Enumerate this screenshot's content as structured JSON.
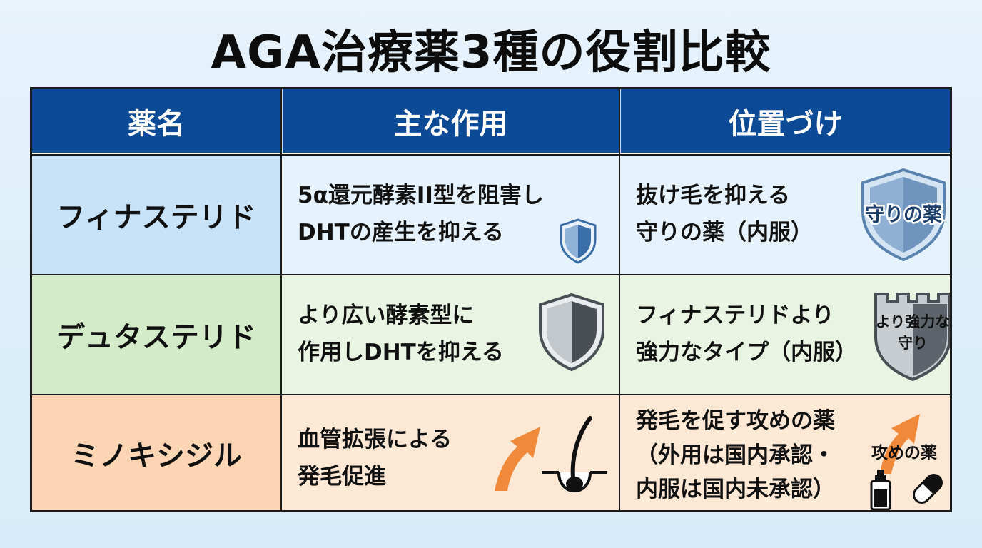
{
  "title": "AGA治療薬3種の役割比較",
  "headers": {
    "name": "薬名",
    "action": "主な作用",
    "position": "位置づけ"
  },
  "rows": [
    {
      "name": "フィナステリド",
      "action": [
        "5α還元酵素II型を阻害し",
        "DHTの産生を抑える"
      ],
      "position": [
        "抜け毛を抑える",
        "守りの薬（内服）"
      ],
      "badge": "守りの薬"
    },
    {
      "name": "デュタステリド",
      "action": [
        "より広い酵素型に",
        "作用しDHTを抑える"
      ],
      "position": [
        "フィナステリドより",
        "強力なタイプ（内服）"
      ],
      "badge": [
        "より強力な",
        "守り"
      ]
    },
    {
      "name": "ミノキシジル",
      "action": [
        "血管拡張による",
        "発毛促進"
      ],
      "position": [
        "発毛を促す攻めの薬",
        "（外用は国内承認・",
        "内服は国内未承認）"
      ],
      "badge": "攻めの薬"
    }
  ],
  "colors": {
    "header_bg": "#0d4a95",
    "row1_name_bg": "#c8e3f8",
    "row2_name_bg": "#d3ebc8",
    "row3_name_bg": "#fbd5b4",
    "arrow": "#f08a3a",
    "shield_blue": "#3a6ea8",
    "shield_gray": "#4a4f55"
  },
  "icons": [
    "shield-icon",
    "shield-gray-icon",
    "shield-badge-icon",
    "tower-shield-icon",
    "arrow-up-icon",
    "hair-follicle-icon",
    "dropper-bottle-icon",
    "capsule-icon"
  ]
}
